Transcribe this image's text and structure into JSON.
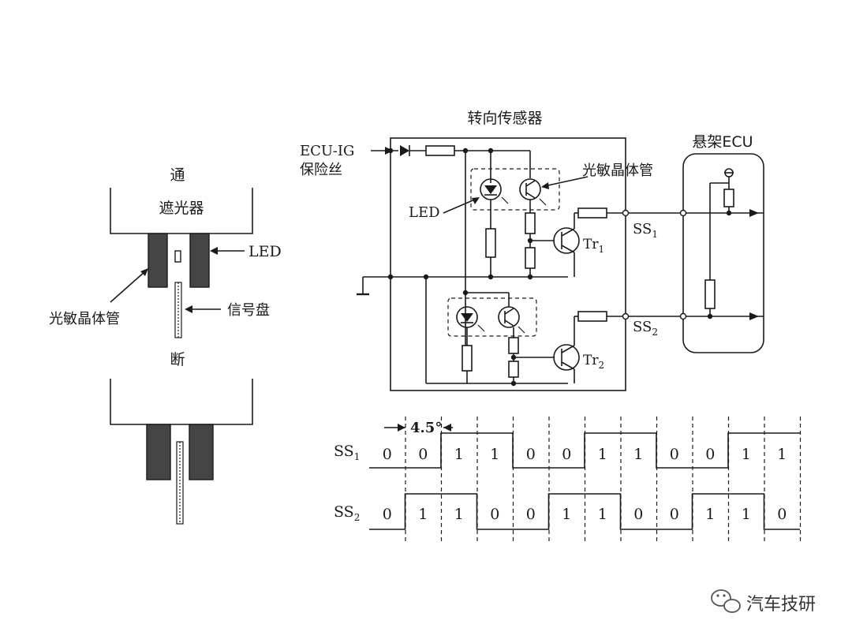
{
  "left_panel": {
    "on_label": "通",
    "shutter_label": "遮光器",
    "led_label": "LED",
    "phototransistor_label": "光敏晶体管",
    "signal_disc_label": "信号盘",
    "off_label": "断"
  },
  "circuit": {
    "sensor_title": "转向传感器",
    "ecu_ig_label": "ECU-IG",
    "fuse_label": "保险丝",
    "phototransistor_label": "光敏晶体管",
    "led_label": "LED",
    "tr1_main": "Tr",
    "tr1_sub": "1",
    "tr2_main": "Tr",
    "tr2_sub": "2",
    "ss1_main": "SS",
    "ss1_sub": "1",
    "ss2_main": "SS",
    "ss2_sub": "2",
    "ecu_title": "悬架ECU"
  },
  "timing": {
    "angle_label": "4.5°",
    "ss1_main": "SS",
    "ss1_sub": "1",
    "ss2_main": "SS",
    "ss2_sub": "2",
    "ss1_bits": [
      "0",
      "0",
      "1",
      "1",
      "0",
      "0",
      "1",
      "1",
      "0",
      "0",
      "1",
      "1"
    ],
    "ss2_bits": [
      "0",
      "1",
      "1",
      "0",
      "0",
      "1",
      "1",
      "0",
      "0",
      "1",
      "1",
      "0"
    ]
  },
  "watermark": {
    "text": "汽车技研",
    "icon": "wechat-icon"
  }
}
